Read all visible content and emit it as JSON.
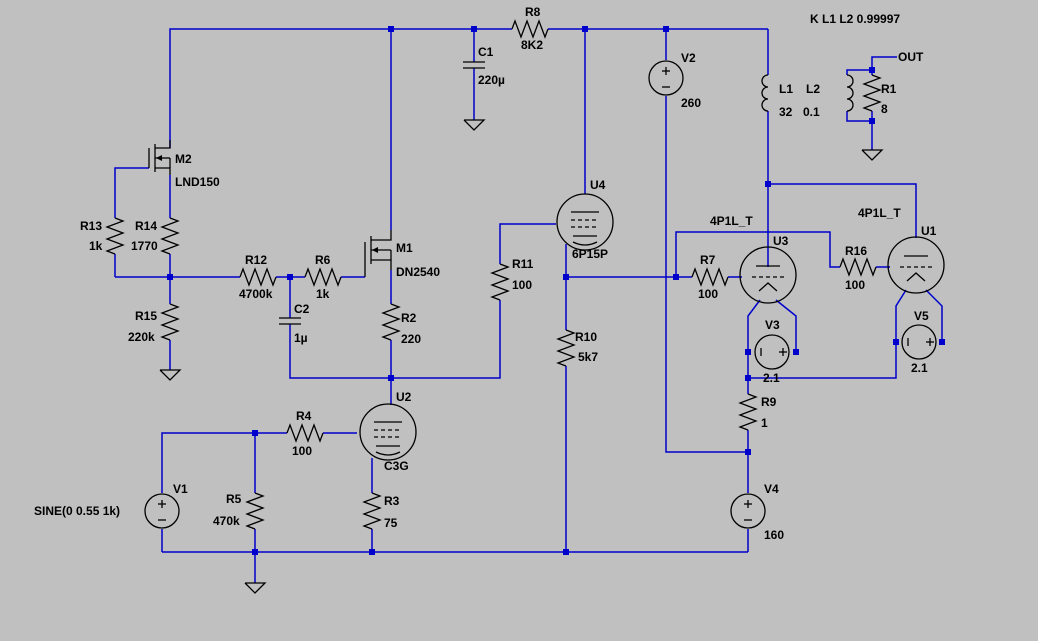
{
  "spice_directive": "K L1 L2 0.99997",
  "out_label": "OUT",
  "source_text": "SINE(0 0.55 1k)",
  "parts": {
    "R8": {
      "name": "R8",
      "value": "8K2"
    },
    "C1": {
      "name": "C1",
      "value": "220µ"
    },
    "V2": {
      "name": "V2",
      "value": "260"
    },
    "L1": {
      "name": "L1",
      "value": "32"
    },
    "L2": {
      "name": "L2",
      "value": "0.1"
    },
    "R1": {
      "name": "R1",
      "value": "8"
    },
    "M2": {
      "name": "M2",
      "value": "LND150"
    },
    "R13": {
      "name": "R13",
      "value": "1k"
    },
    "R14": {
      "name": "R14",
      "value": "1770"
    },
    "R15": {
      "name": "R15",
      "value": "220k"
    },
    "R12": {
      "name": "R12",
      "value": "4700k"
    },
    "R6": {
      "name": "R6",
      "value": "1k"
    },
    "C2": {
      "name": "C2",
      "value": "1µ"
    },
    "M1": {
      "name": "M1",
      "value": "DN2540"
    },
    "R2": {
      "name": "R2",
      "value": "220"
    },
    "U4": {
      "name": "U4",
      "value": "6P15P"
    },
    "R11": {
      "name": "R11",
      "value": "100"
    },
    "R10": {
      "name": "R10",
      "value": "5k7"
    },
    "U3": {
      "name": "U3",
      "value": "4P1L_T"
    },
    "R7": {
      "name": "R7",
      "value": "100"
    },
    "V3": {
      "name": "V3",
      "value": "2.1"
    },
    "U1": {
      "name": "U1",
      "value": "4P1L_T"
    },
    "R16": {
      "name": "R16",
      "value": "100"
    },
    "V5": {
      "name": "V5",
      "value": "2.1"
    },
    "R9": {
      "name": "R9",
      "value": "1"
    },
    "V4": {
      "name": "V4",
      "value": "160"
    },
    "U2": {
      "name": "U2",
      "value": "C3G"
    },
    "R4": {
      "name": "R4",
      "value": "100"
    },
    "R3": {
      "name": "R3",
      "value": "75"
    },
    "V1": {
      "name": "V1"
    },
    "R5": {
      "name": "R5",
      "value": "470k"
    }
  }
}
